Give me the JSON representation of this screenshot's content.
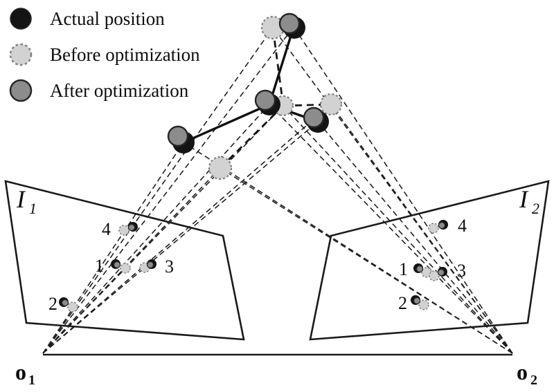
{
  "legend": {
    "items": [
      {
        "swatch": "actual-position-swatch",
        "label": "Actual position"
      },
      {
        "swatch": "before-optimization-swatch",
        "label": "Before optimization"
      },
      {
        "swatch": "after-optimization-swatch",
        "label": "After optimization"
      }
    ]
  },
  "planes": {
    "left": {
      "letter": "I",
      "sub": "1"
    },
    "right": {
      "letter": "I",
      "sub": "2"
    }
  },
  "cameras": {
    "left": {
      "letter": "o",
      "sub": "1"
    },
    "right": {
      "letter": "o",
      "sub": "2"
    }
  },
  "point_labels": {
    "left": {
      "p1": "1",
      "p2": "2",
      "p3": "3",
      "p4": "4"
    },
    "right": {
      "p1": "1",
      "p2": "2",
      "p3": "3",
      "p4": "4"
    }
  },
  "colors": {
    "actual": "#141414",
    "before_fill": "#d2d2d2",
    "before_stroke": "#7f7f7f",
    "after_fill": "#8c8c8c",
    "after_stroke": "#262626",
    "line": "#1a1a1a",
    "background": "#ffffff"
  }
}
